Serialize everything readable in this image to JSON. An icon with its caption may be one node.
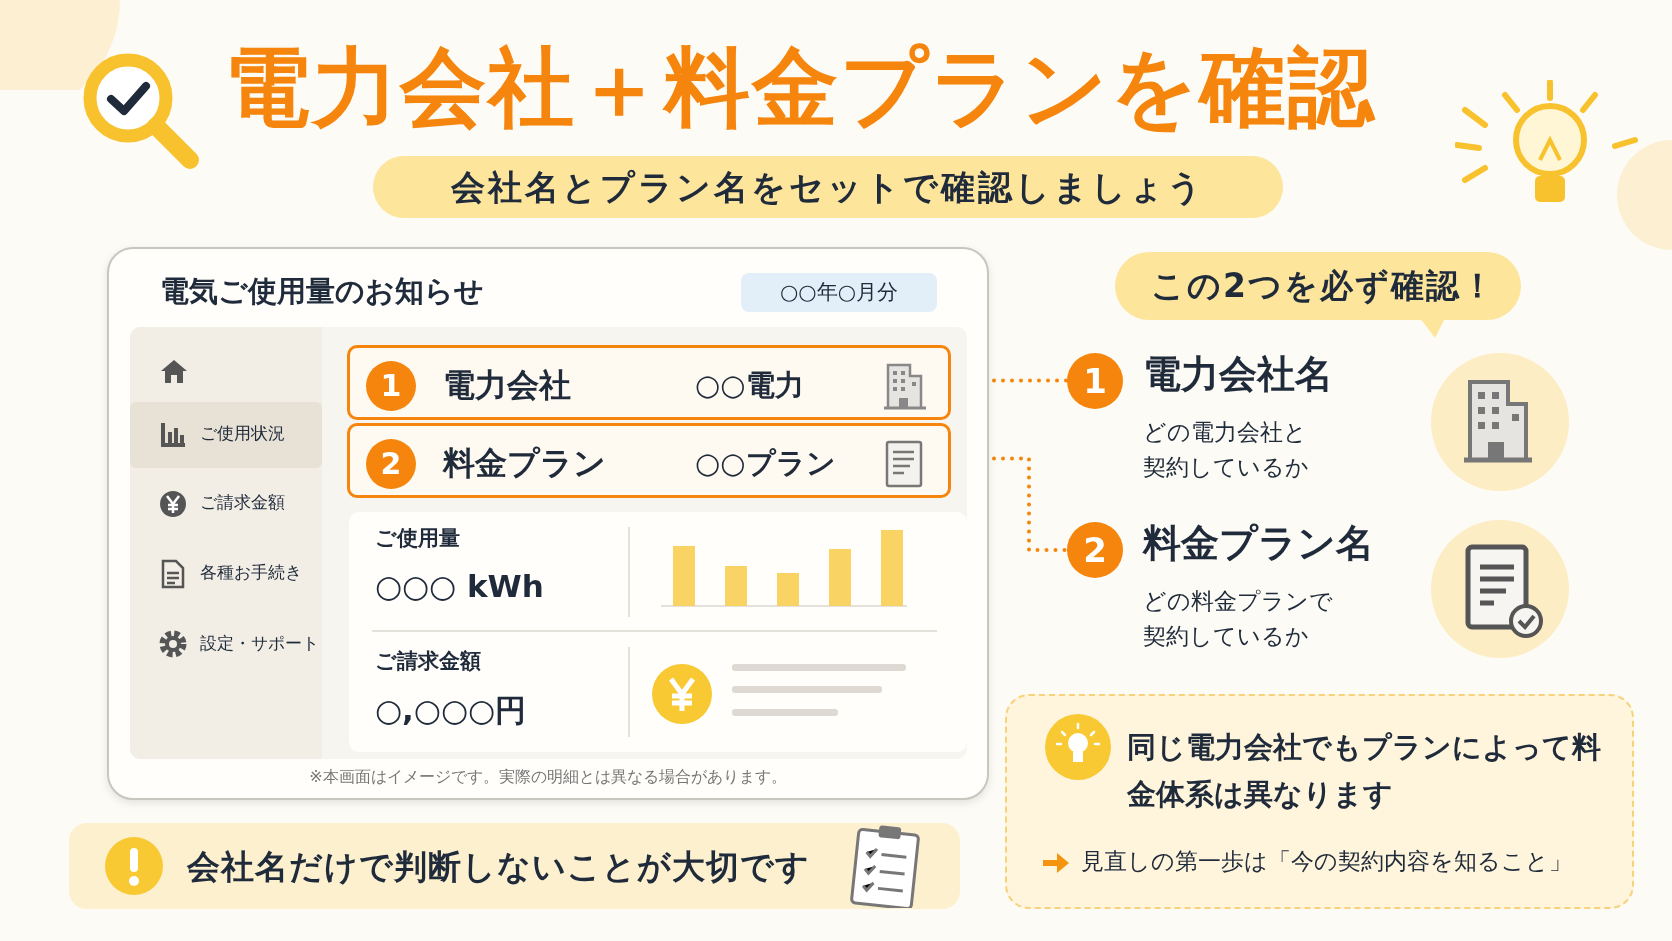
{
  "diagram": {
    "title": "電力会社**＋**料金プラン**を確認**",
    "nodes": [
      {
        "text": [
          "会社名とプラン名をセットで確認しましょう"
        ]
      },
      {
        "text": [
          "電気ご使用量のお知らせ",
          "※本画面はイメージです。実際の明細とは異なる場合があります。"
        ]
      },
      {
        "text": [
          "○○年○月分"
        ],
        "in": 1
      },
      {
        "text": [
          "1",
          "電力会社",
          "○○電力"
        ],
        "in": 1
      },
      {
        "text": [
          "2",
          "料金プラン",
          "○○プラン"
        ],
        "in": 1
      },
      {
        "text": [
          "この**2つ**を必ず確認！"
        ]
      },
      {
        "text": [
          "1",
          "電力会社名",
          "どの電力会社と契約しているか"
        ]
      },
      {
        "text": [
          "2",
          "料金プラン名",
          "どの料金プランで契約しているか"
        ]
      },
      {
        "text": [
          "同じ電力会社でもプランによって料金体系は異なります",
          "見直しの第一歩は「今の契約内容を知ること」"
        ]
      },
      {
        "text": [
          "**会社名だけで判断しない**ことが大切です"
        ]
      }
    ],
    "edges": [
      {
        "from": 3,
        "to": 6,
        "arrow": "none",
        "style": "dashed"
      },
      {
        "from": 4,
        "to": 7,
        "arrow": "none",
        "style": "dashed"
      }
    ],
    "labels": [
      "ご使用状況",
      "ご請求金額",
      "各種お手続き",
      "設定・サポート",
      "ご使用量",
      "○○○ kWh",
      "ご請求金額",
      "○,○○○円"
    ]
  }
}
